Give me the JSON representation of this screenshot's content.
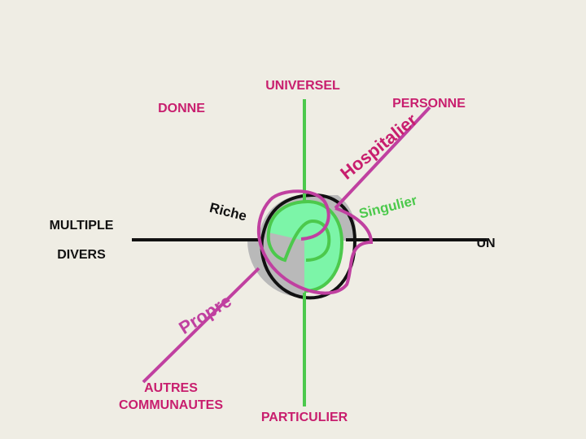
{
  "labels": {
    "universel": "UNIVERSEL",
    "personne": "PERSONNE",
    "donne": "DONNE",
    "multiple": "MULTIPLE",
    "divers": "DIVERS",
    "un": "UN",
    "autres_line1": "AUTRES",
    "autres_line2": "COMMUNAUTES",
    "particulier": "PARTICULIER",
    "hospitalier": "Hospitalier",
    "riche": "Riche",
    "singulier": "Singulier",
    "propre": "Propre"
  },
  "colors": {
    "background": "#efede4",
    "red_label": "#c81e6e",
    "magenta": "#c040a0",
    "green": "#4cc94c",
    "green_fill": "#7cf5a8",
    "gray_fill": "#b9b9b9",
    "black": "#111111"
  }
}
